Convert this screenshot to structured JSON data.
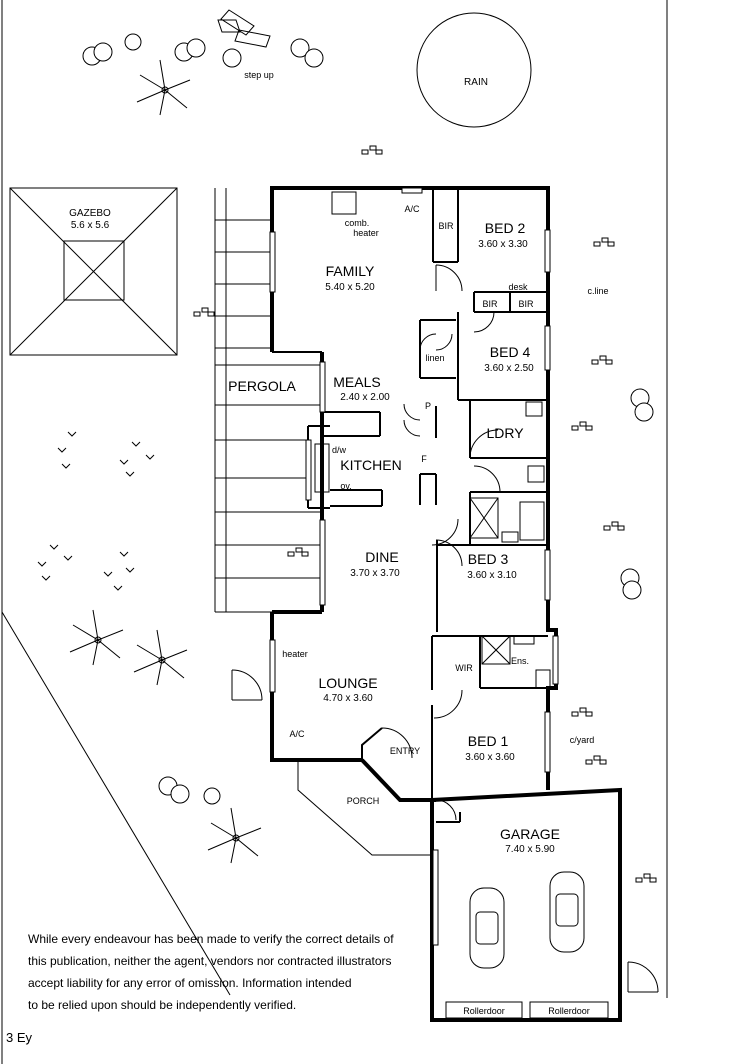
{
  "rooms": {
    "family": {
      "name": "FAMILY",
      "size": "5.40 x 5.20"
    },
    "bed2": {
      "name": "BED 2",
      "size": "3.60 x 3.30"
    },
    "bed4": {
      "name": "BED 4",
      "size": "3.60 x 2.50"
    },
    "meals": {
      "name": "MEALS",
      "size": "2.40 x 2.00"
    },
    "kitchen": {
      "name": "KITCHEN"
    },
    "dine": {
      "name": "DINE",
      "size": "3.70 x 3.70"
    },
    "bed3": {
      "name": "BED 3",
      "size": "3.60 x 3.10"
    },
    "lounge": {
      "name": "LOUNGE",
      "size": "4.70 x 3.60"
    },
    "bed1": {
      "name": "BED 1",
      "size": "3.60 x 3.60"
    },
    "garage": {
      "name": "GARAGE",
      "size": "7.40 x 5.90"
    },
    "gazebo": {
      "name": "GAZEBO",
      "size": "5.6 x 5.6"
    },
    "ldry": {
      "name": "LDRY"
    },
    "pergola": {
      "name": "PERGOLA"
    }
  },
  "labels": {
    "rain": "RAIN",
    "step_up": "step up",
    "comb_heater_1": "comb.",
    "comb_heater_2": "heater",
    "ac_family": "A/C",
    "bir_bed2": "BIR",
    "desk": "desk",
    "bir_left": "BIR",
    "bir_right": "BIR",
    "c_line": "c.line",
    "linen": "linen",
    "pantry": "P",
    "fridge": "F",
    "dw": "d/w",
    "oven": "ov.",
    "wir": "WIR",
    "ens": "Ens.",
    "heater": "heater",
    "ac_lounge": "A/C",
    "entry": "ENTRY",
    "porch": "PORCH",
    "c_yard": "c/yard",
    "rollerdoor_1": "Rollerdoor",
    "rollerdoor_2": "Rollerdoor"
  },
  "disclaimer": [
    "While every endeavour has been made to verify the correct details of",
    "this publication, neither the agent, vendors nor contracted illustrators",
    "accept liability for any error of omission. Information intended",
    "to be relied upon should be independently verified."
  ],
  "reference": "3 Ey"
}
